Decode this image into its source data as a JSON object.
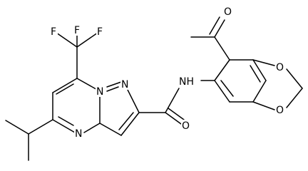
{
  "molecule": {
    "atoms": {
      "cf3_f_top": "F",
      "cf3_f_left": "F",
      "cf3_f_right": "F",
      "pyrazolopyrimidine_n_bridge": "N",
      "pyrazole_n": "N",
      "pyrimidine_n": "N",
      "carbonyl_o": "O",
      "amide_nh": "NH",
      "acetyl_o": "O",
      "dioxole_o_top": "O",
      "dioxole_o_bottom": "O"
    }
  }
}
